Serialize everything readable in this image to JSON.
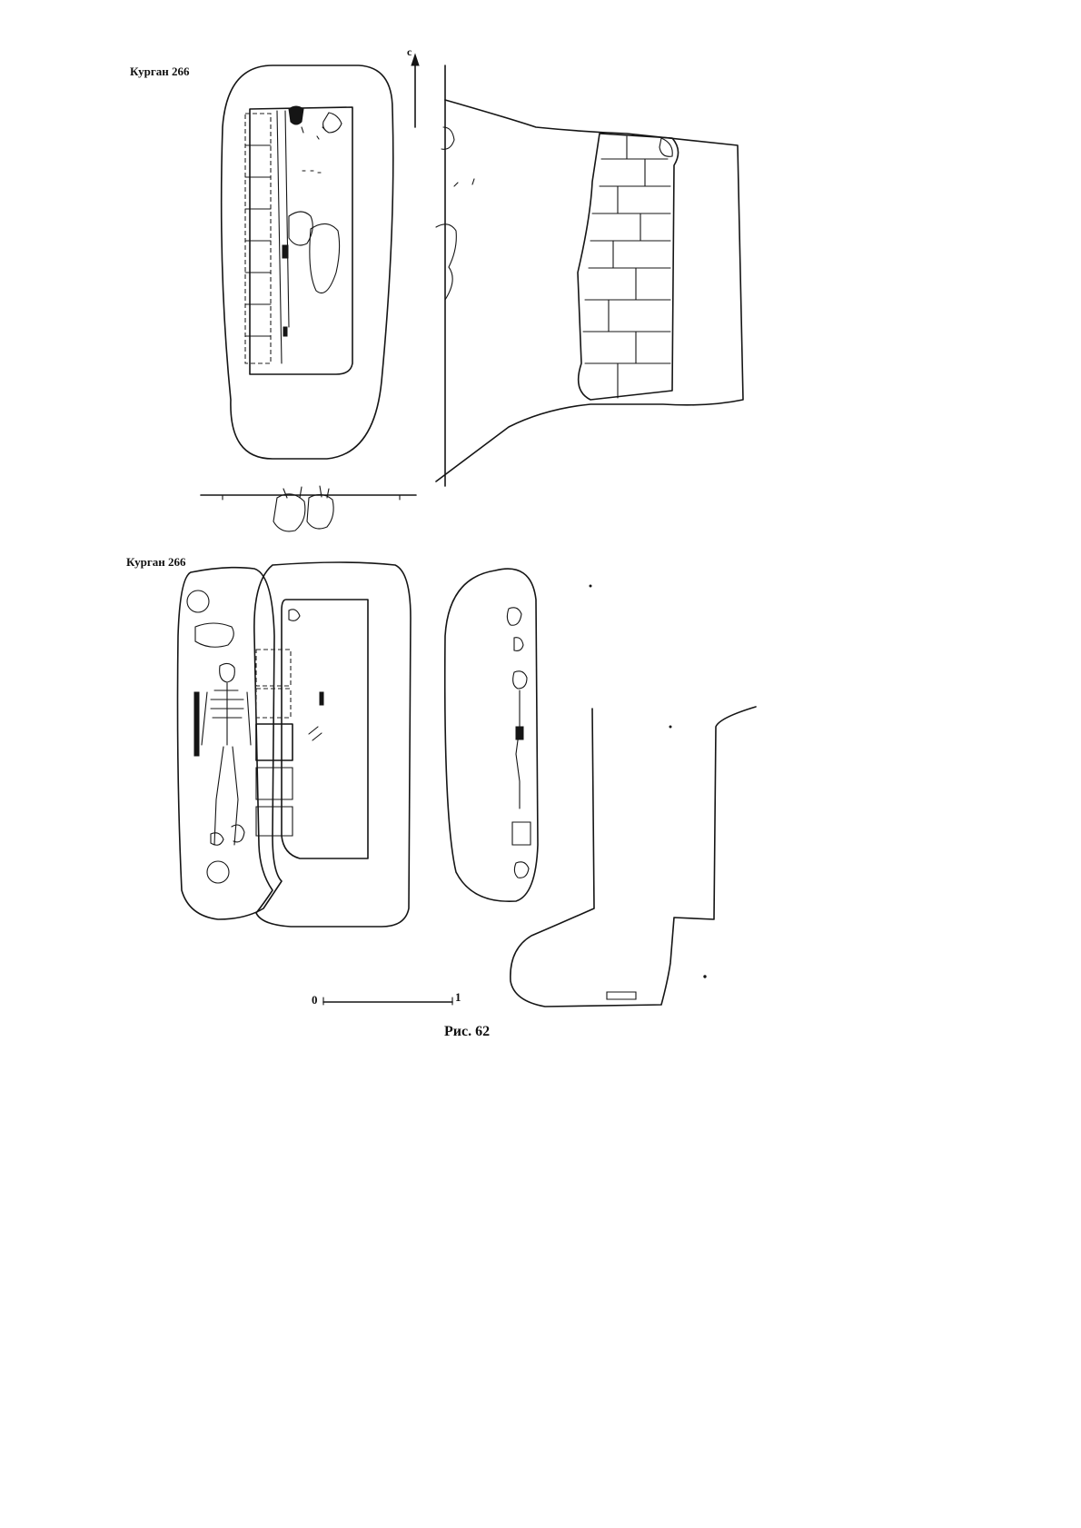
{
  "figure": {
    "label_top": "Курган 266",
    "label_middle": "Курган 266",
    "north_marker": "с",
    "scale_start": "0",
    "scale_end": "1",
    "caption": "Рис. 62"
  }
}
